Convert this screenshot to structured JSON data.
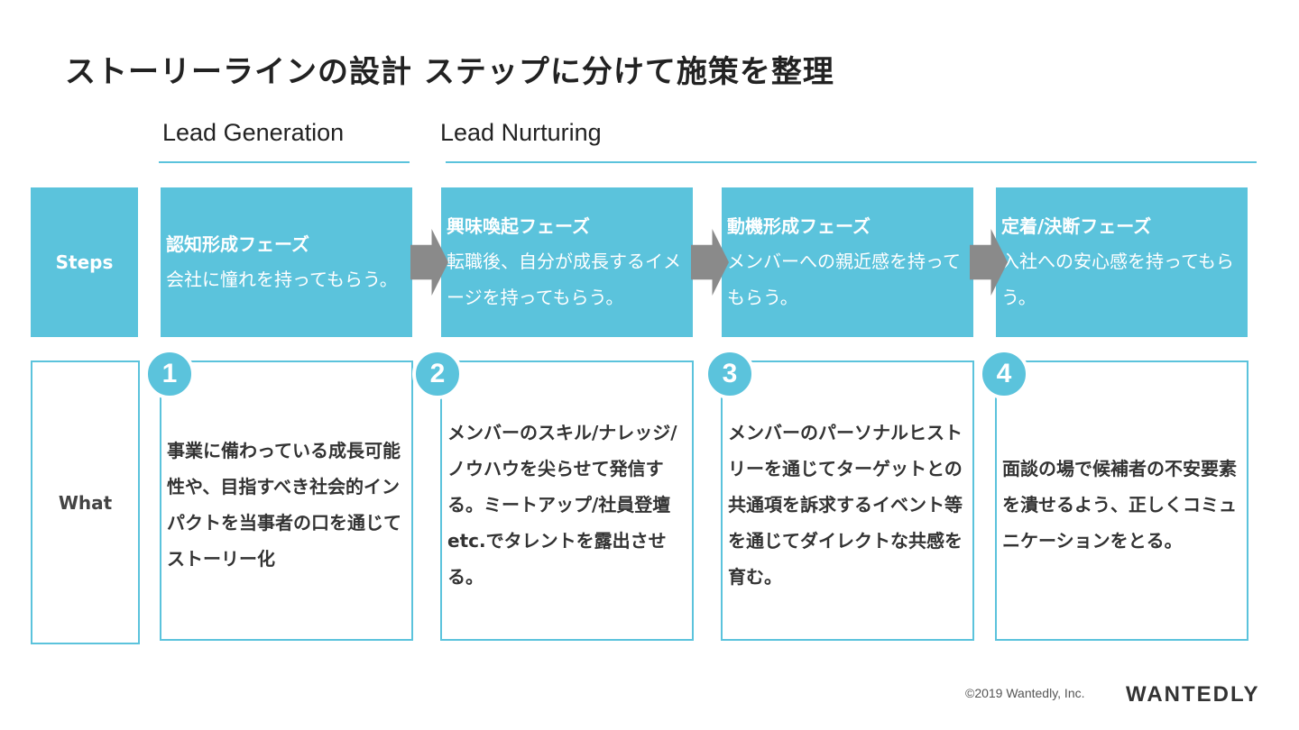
{
  "title": "ストーリーラインの設計 ステップに分けて施策を整理",
  "phases": {
    "generation": "Lead Generation",
    "nurturing": "Lead Nurturing"
  },
  "row_labels": {
    "steps": "Steps",
    "what": "What"
  },
  "steps": [
    {
      "title": "認知形成フェーズ",
      "desc": "会社に憧れを持ってもらう。"
    },
    {
      "title": "興味喚起フェーズ",
      "desc": "転職後、自分が成長するイメージを持ってもらう。"
    },
    {
      "title": "動機形成フェーズ",
      "desc": "メンバーへの親近感を持ってもらう。"
    },
    {
      "title": "定着/決断フェーズ",
      "desc": "入社への安心感を持ってもらう。"
    }
  ],
  "whats": [
    {
      "num": "1",
      "text": "事業に備わっている成長可能性や、目指すべき社会的インパクトを当事者の口を通じてストーリー化"
    },
    {
      "num": "2",
      "text": "メンバーのスキル/ナレッジ/ノウハウを尖らせて発信する。ミートアップ/社員登壇etc.でタレントを露出させる。"
    },
    {
      "num": "3",
      "text": "メンバーのパーソナルヒストリーを通じてターゲットとの共通項を訴求するイベント等を通じてダイレクトな共感を育む。"
    },
    {
      "num": "4",
      "text": "面談の場で候補者の不安要素を潰せるよう、正しくコミュニケーションをとる。"
    }
  ],
  "footer": {
    "copyright": "©2019 Wantedly, Inc.",
    "logo_text": "WANTEDLY"
  },
  "colors": {
    "accent": "#5bc3dc",
    "arrow": "#8a8a8a",
    "logo_w": "#2aa3c8"
  }
}
